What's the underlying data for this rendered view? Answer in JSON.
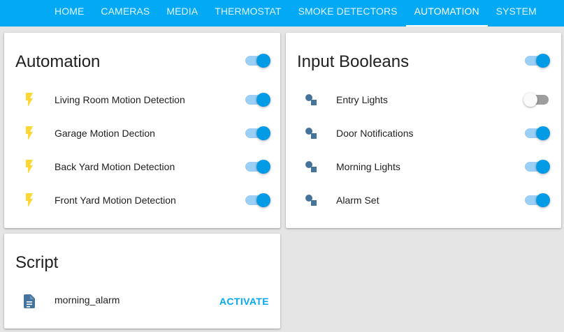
{
  "nav": {
    "tabs": [
      {
        "label": "HOME"
      },
      {
        "label": "CAMERAS"
      },
      {
        "label": "MEDIA"
      },
      {
        "label": "THERMOSTAT"
      },
      {
        "label": "SMOKE DETECTORS"
      },
      {
        "label": "AUTOMATION",
        "active": true
      },
      {
        "label": "SYSTEM"
      }
    ]
  },
  "colors": {
    "accent": "#03a9f4",
    "toggle_on": "#039be5",
    "bolt_icon": "#fdd835",
    "shapes_icon": "#44739e"
  },
  "automation": {
    "title": "Automation",
    "master_on": true,
    "items": [
      {
        "label": "Living Room Motion Detection",
        "icon": "flash-icon",
        "on": true
      },
      {
        "label": "Garage Motion Dection",
        "icon": "flash-icon",
        "on": true
      },
      {
        "label": "Back Yard Motion Detection",
        "icon": "flash-icon",
        "on": true
      },
      {
        "label": "Front Yard Motion Detection",
        "icon": "flash-icon",
        "on": true
      }
    ]
  },
  "input_booleans": {
    "title": "Input Booleans",
    "master_on": true,
    "items": [
      {
        "label": "Entry Lights",
        "icon": "shapes-icon",
        "on": false
      },
      {
        "label": "Door Notifications",
        "icon": "shapes-icon",
        "on": true
      },
      {
        "label": "Morning Lights",
        "icon": "shapes-icon",
        "on": true
      },
      {
        "label": "Alarm Set",
        "icon": "shapes-icon",
        "on": true
      }
    ]
  },
  "script": {
    "title": "Script",
    "items": [
      {
        "label": "morning_alarm",
        "icon": "file-document-icon",
        "action": "ACTIVATE"
      }
    ]
  }
}
